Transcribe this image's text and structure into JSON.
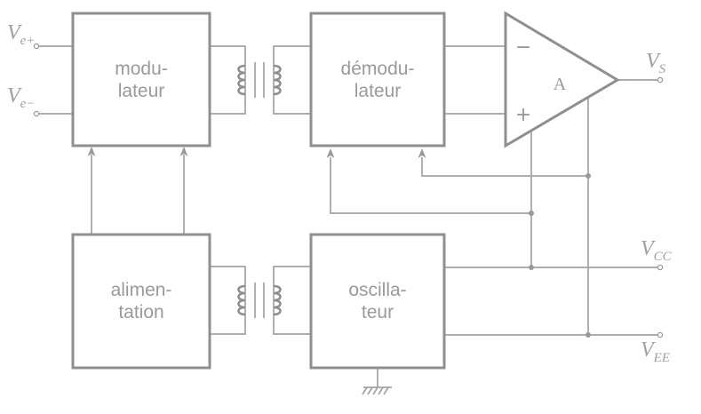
{
  "blocks": {
    "modulateur": {
      "line1": "modu-",
      "line2": "lateur"
    },
    "demodulateur": {
      "line1": "démodu-",
      "line2": "lateur"
    },
    "alimentation": {
      "line1": "alimen-",
      "line2": "tation"
    },
    "oscillateur": {
      "line1": "oscilla-",
      "line2": "teur"
    }
  },
  "amplifier": {
    "name": "A",
    "minus": "−",
    "plus": "+"
  },
  "signals": {
    "ve_plus": {
      "main": "V",
      "sub": "e+"
    },
    "ve_minus": {
      "main": "V",
      "sub": "e−"
    },
    "vs": {
      "main": "V",
      "sub": "S"
    },
    "vcc": {
      "main": "V",
      "sub": "CC"
    },
    "vee": {
      "main": "V",
      "sub": "EE"
    }
  }
}
